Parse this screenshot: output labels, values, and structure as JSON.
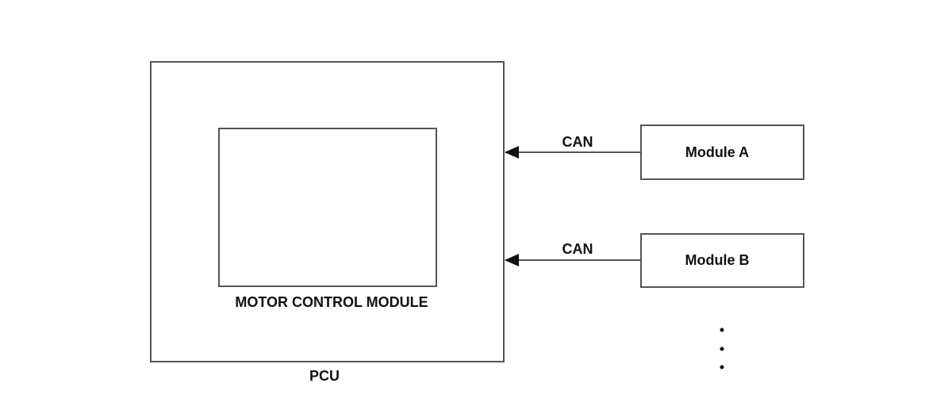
{
  "pcu": {
    "label": "PCU"
  },
  "motor_control_module": {
    "label": "MOTOR CONTROL MODULE"
  },
  "modules": [
    {
      "label": "Module A",
      "link_label": "CAN"
    },
    {
      "label": "Module B",
      "link_label": "CAN"
    }
  ],
  "continuation": {
    "symbol": "ellipsis-vertical",
    "dot_count": 3
  },
  "colors": {
    "stroke": "#555555",
    "text": "#111111",
    "background": "#ffffff"
  }
}
